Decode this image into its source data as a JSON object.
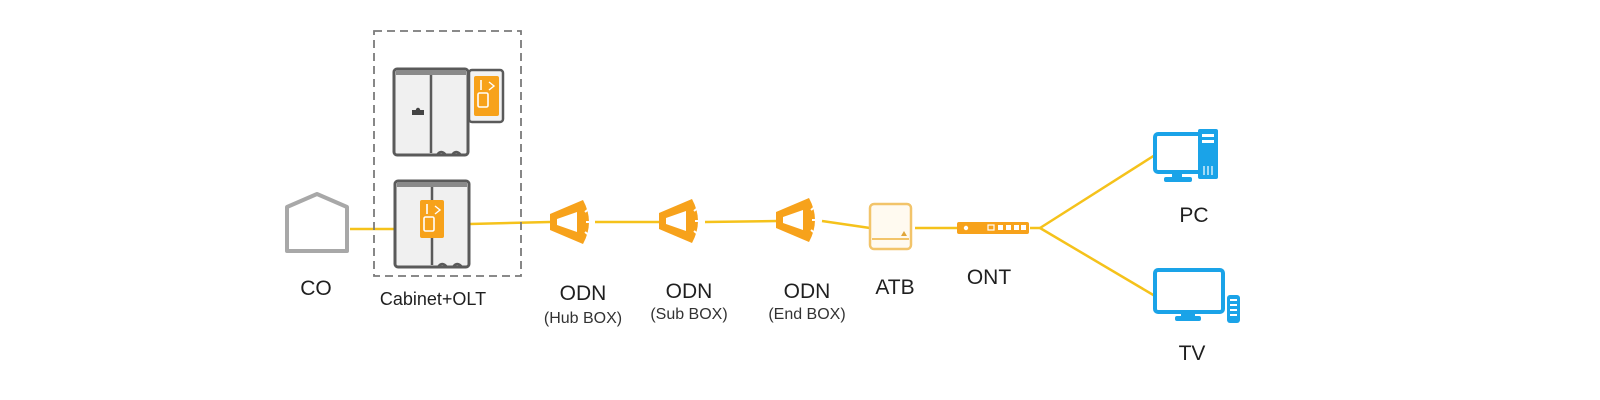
{
  "labels": {
    "co": "CO",
    "cabinet_olt": "Cabinet+OLT",
    "odn_hub": "ODN",
    "odn_hub_sub": "(Hub BOX)",
    "odn_sub": "ODN",
    "odn_sub_sub": "(Sub BOX)",
    "odn_end": "ODN",
    "odn_end_sub": "(End BOX)",
    "atb": "ATB",
    "ont": "ONT",
    "pc": "PC",
    "tv": "TV"
  },
  "colors": {
    "fiber": "#f5c21b",
    "accent": "#f7a21b",
    "equipment": "#6b6b6b",
    "device": "#1aa3e8",
    "atb": "#f2c46a",
    "house": "#a8a8a8",
    "dashed_box": "#7a7a7a"
  },
  "icons": [
    "house-icon",
    "cabinet-icon",
    "olt-icon",
    "splitter-icon",
    "atb-icon",
    "ont-icon",
    "pc-icon",
    "tv-icon"
  ]
}
